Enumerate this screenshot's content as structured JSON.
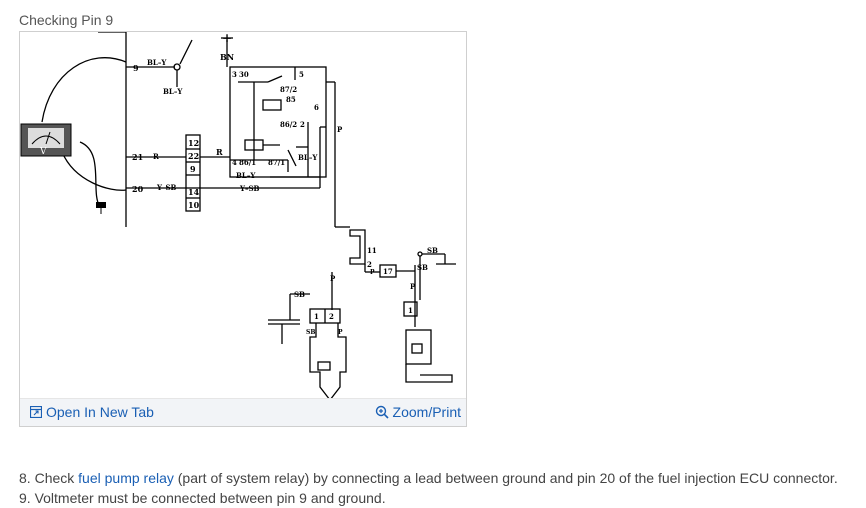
{
  "heading": "Checking Pin 9",
  "figure": {
    "open_tab_label": "Open In New Tab",
    "zoom_label": "Zoom/Print",
    "open_icon": "open-tab-icon",
    "zoom_icon": "zoom-icon",
    "diagram_labels": {
      "plus": "+",
      "bn": "BN",
      "pin9": "9",
      "pin21": "21",
      "pin20": "20",
      "bly_top": "BL–Y",
      "bly_side": "BL–Y",
      "r_left": "R",
      "ysb_left": "Y–SB",
      "conn12": "12",
      "conn22": "22",
      "conn9": "9",
      "conn14": "14",
      "conn10": "10",
      "r_mid": "R",
      "t30": "30",
      "t3": "3",
      "t5": "5",
      "t872": "87/2",
      "t85": "85",
      "t6": "6",
      "t862": "86/2",
      "t2": "2",
      "t4": "4",
      "t861": "86/1",
      "t871": "87/1",
      "bly_right": "BL–Y",
      "bly_bottom": "BL–Y",
      "ysb_bottom": "Y–SB",
      "p_right": "P",
      "t11": "11",
      "t2b": "2",
      "p_small": "P",
      "t17": "17",
      "sb_right": "SB",
      "sb_right2": "SB",
      "p_mid": "P",
      "p_right2": "P",
      "sb_mid": "SB",
      "box1": "1",
      "box2": "2",
      "sb_low": "SB",
      "p_low": "P",
      "box1b": "1"
    }
  },
  "steps": [
    {
      "number": "8.",
      "before": "Check ",
      "link": "fuel pump relay",
      "after": " (part of system relay) by connecting a lead between ground and pin 20 of the fuel injection ECU connector."
    },
    {
      "number": "9.",
      "text": "Voltmeter must be connected between pin 9 and ground."
    }
  ]
}
